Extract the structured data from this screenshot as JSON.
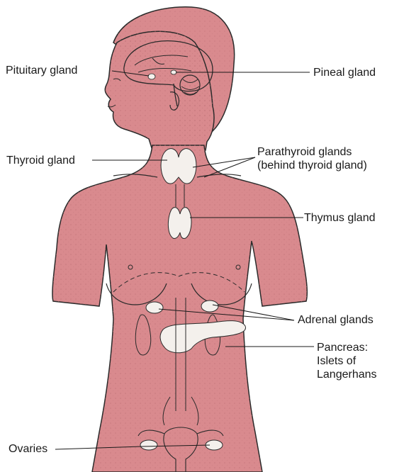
{
  "diagram": {
    "colors": {
      "skin": "#d98a8e",
      "outline": "#2a2a2a",
      "gland": "#f4f0ec",
      "background": "#ffffff"
    },
    "labels": {
      "pituitary": "Pituitary gland",
      "pineal": "Pineal gland",
      "thyroid": "Thyroid gland",
      "parathyroid_line1": "Parathyroid glands",
      "parathyroid_line2": "(behind thyroid gland)",
      "thymus": "Thymus gland",
      "adrenal": "Adrenal glands",
      "pancreas_line1": "Pancreas:",
      "pancreas_line2": "Islets of",
      "pancreas_line3": "Langerhans",
      "ovaries": "Ovaries"
    }
  }
}
